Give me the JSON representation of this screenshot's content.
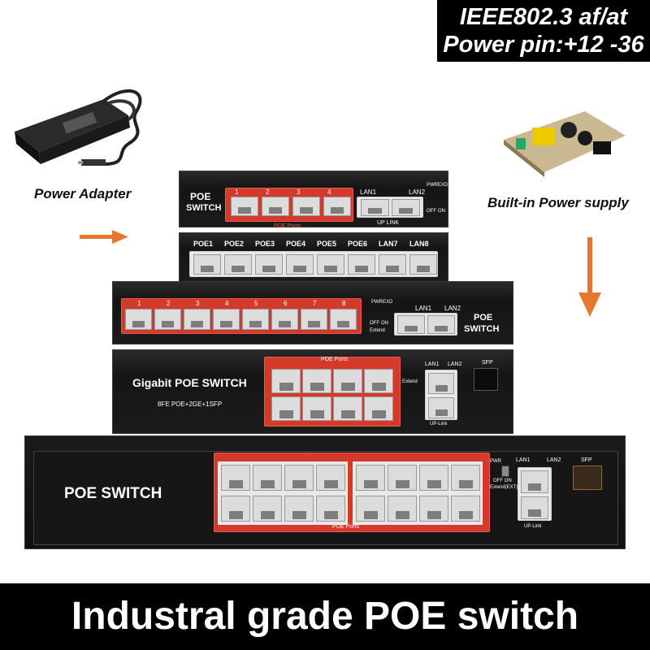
{
  "spec": {
    "line1": "IEEE802.3 af/at",
    "line2": "Power pin:+12  -36"
  },
  "labels": {
    "power_adapter": "Power Adapter",
    "builtin_power": "Built-in Power supply"
  },
  "banner": {
    "text": "Industral grade POE switch"
  },
  "switch1": {
    "label_line1": "POE",
    "label_line2": "SWITCH",
    "poe_ports_label": "POE  Ports",
    "port_numbers": [
      "1",
      "2",
      "3",
      "4"
    ],
    "lan1": "LAN1",
    "lan2": "LAN2",
    "uplink": "UP LINK",
    "pwr": "PWR",
    "exd": "EXD",
    "off": "OFF",
    "on": "ON"
  },
  "switch1_top": {
    "ports": [
      "POE1",
      "POE2",
      "POE3",
      "POE4",
      "POE5",
      "POE6",
      "LAN7",
      "LAN8"
    ]
  },
  "switch2": {
    "port_numbers": [
      "1",
      "2",
      "3",
      "4",
      "5",
      "6",
      "7",
      "8"
    ],
    "lan1": "LAN1",
    "lan2": "LAN2",
    "label_line1": "POE",
    "label_line2": "SWITCH",
    "pwr": "PWR",
    "exd": "EXD",
    "off": "OFF",
    "on": "ON",
    "extend": "Extend"
  },
  "switch3": {
    "title": "Gigabit POE SWITCH",
    "subtitle": "8FE POE+2GE+1SFP",
    "poe_ports_label": "POE Ports",
    "lan1": "LAN1",
    "lan2": "LAN2",
    "sfp": "SFP",
    "uplink": "UP-Link",
    "extend": "Extend"
  },
  "switch4": {
    "title": "POE SWITCH",
    "poe_ports_label": "POE Ports",
    "lan1": "LAN1",
    "lan2": "LAN2",
    "sfp": "SFP",
    "uplink": "UP-Link",
    "pwr": "PWR",
    "off_on": "OFF ON",
    "extend": "Extend(EXT)"
  },
  "colors": {
    "port_red": "#d33a2c",
    "arrow_orange": "#e8772e",
    "chassis": "#1b1b1b"
  }
}
